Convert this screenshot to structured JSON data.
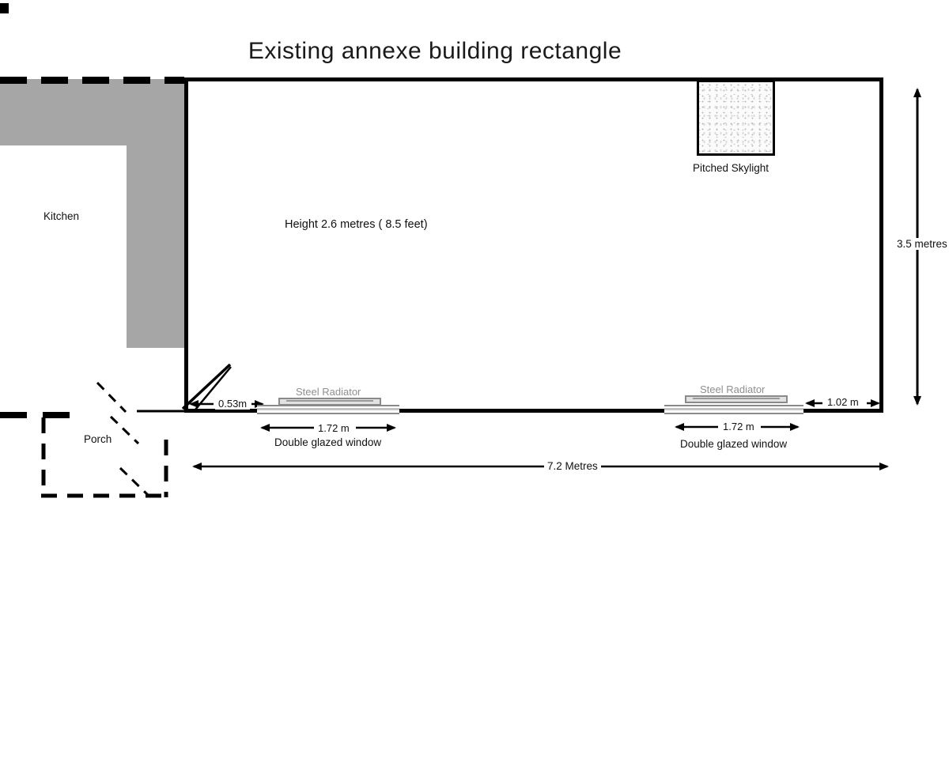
{
  "title": "Existing annexe building rectangle",
  "labels": {
    "kitchen": "Kitchen",
    "porch": "Porch",
    "skylight": "Pitched Skylight",
    "height_note": "Height 2.6 metres ( 8.5 feet)"
  },
  "dimensions": {
    "depth": "3.5 metres",
    "width": "7.2 Metres",
    "left_offset": "0.53m",
    "right_offset": "1.02 m"
  },
  "windows": [
    {
      "radiator": "Steel Radiator",
      "width": "1.72 m",
      "label": "Double glazed window"
    },
    {
      "radiator": "Steel Radiator",
      "width": "1.72 m",
      "label": "Double glazed window"
    }
  ],
  "colors": {
    "wall_gray": "#a6a6a6",
    "radiator_gray": "#e2e2e2",
    "gray_label": "#8f8f8f",
    "line_black": "#000000"
  }
}
